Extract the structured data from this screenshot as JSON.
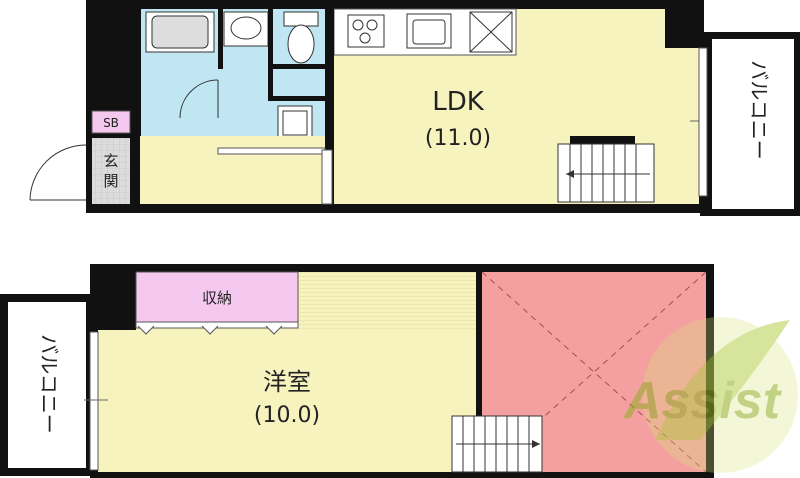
{
  "colors": {
    "wall": "#111111",
    "ldk_floor": "#f6f3bf",
    "western_floor": "#f6f3bf",
    "wet_area": "#bfe6f2",
    "storage": "#f5c8f0",
    "void_area": "#f4a0a0",
    "entrance_tile": "#dcdcdc",
    "balcony_frame": "#ffffff",
    "logo_green": "#b8cf4a"
  },
  "floor1": {
    "ldk": {
      "name": "LDK",
      "size": "(11.0)"
    },
    "shoebox_label": "SB",
    "entrance_label": "玄関",
    "balcony_label": "バルコニー"
  },
  "floor2": {
    "western_room": {
      "name": "洋室",
      "size": "(10.0)"
    },
    "storage_label": "収納",
    "balcony_label": "バルコニー"
  },
  "logo": {
    "text": "Assist",
    "icon": "assist-leaf-logo"
  }
}
